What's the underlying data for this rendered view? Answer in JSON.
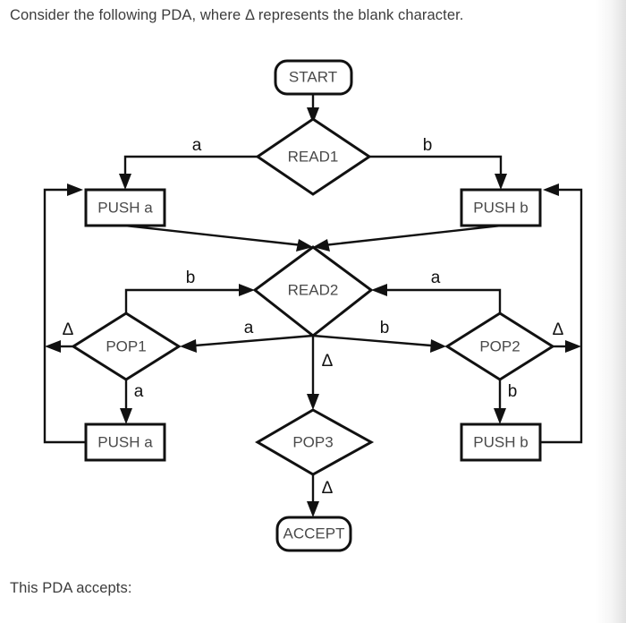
{
  "page": {
    "prompt_top": "Consider the following PDA, where Δ represents the blank character.",
    "prompt_bottom": "This PDA accepts:",
    "background_color": "#ffffff",
    "ink_color": "#111111",
    "label_color": "#4a4a4a",
    "text_color": "#3c3c3c"
  },
  "diagram": {
    "type": "pda-flowchart",
    "nodes": {
      "start": {
        "label": "START",
        "shape": "capsule"
      },
      "read1": {
        "label": "READ1",
        "shape": "diamond"
      },
      "push_a_top": {
        "label": "PUSH a",
        "shape": "rect"
      },
      "push_b_top": {
        "label": "PUSH b",
        "shape": "rect"
      },
      "read2": {
        "label": "READ2",
        "shape": "diamond"
      },
      "pop1": {
        "label": "POP1",
        "shape": "diamond"
      },
      "pop2": {
        "label": "POP2",
        "shape": "diamond"
      },
      "pop3": {
        "label": "POP3",
        "shape": "diamond"
      },
      "push_a_bottom": {
        "label": "PUSH a",
        "shape": "rect"
      },
      "push_b_bottom": {
        "label": "PUSH b",
        "shape": "rect"
      },
      "accept": {
        "label": "ACCEPT",
        "shape": "capsule"
      }
    },
    "edge_labels": {
      "read1_to_push_a": "a",
      "read1_to_push_b": "b",
      "pop1_to_read2": "b",
      "pop2_to_read2": "a",
      "read2_to_pop1": "a",
      "read2_to_pop2": "b",
      "read2_to_pop3": "Δ",
      "pop1_blank": "Δ",
      "pop2_blank": "Δ",
      "pop1_to_push_a": "a",
      "pop2_to_push_b": "b",
      "pop3_to_accept": "Δ"
    }
  }
}
